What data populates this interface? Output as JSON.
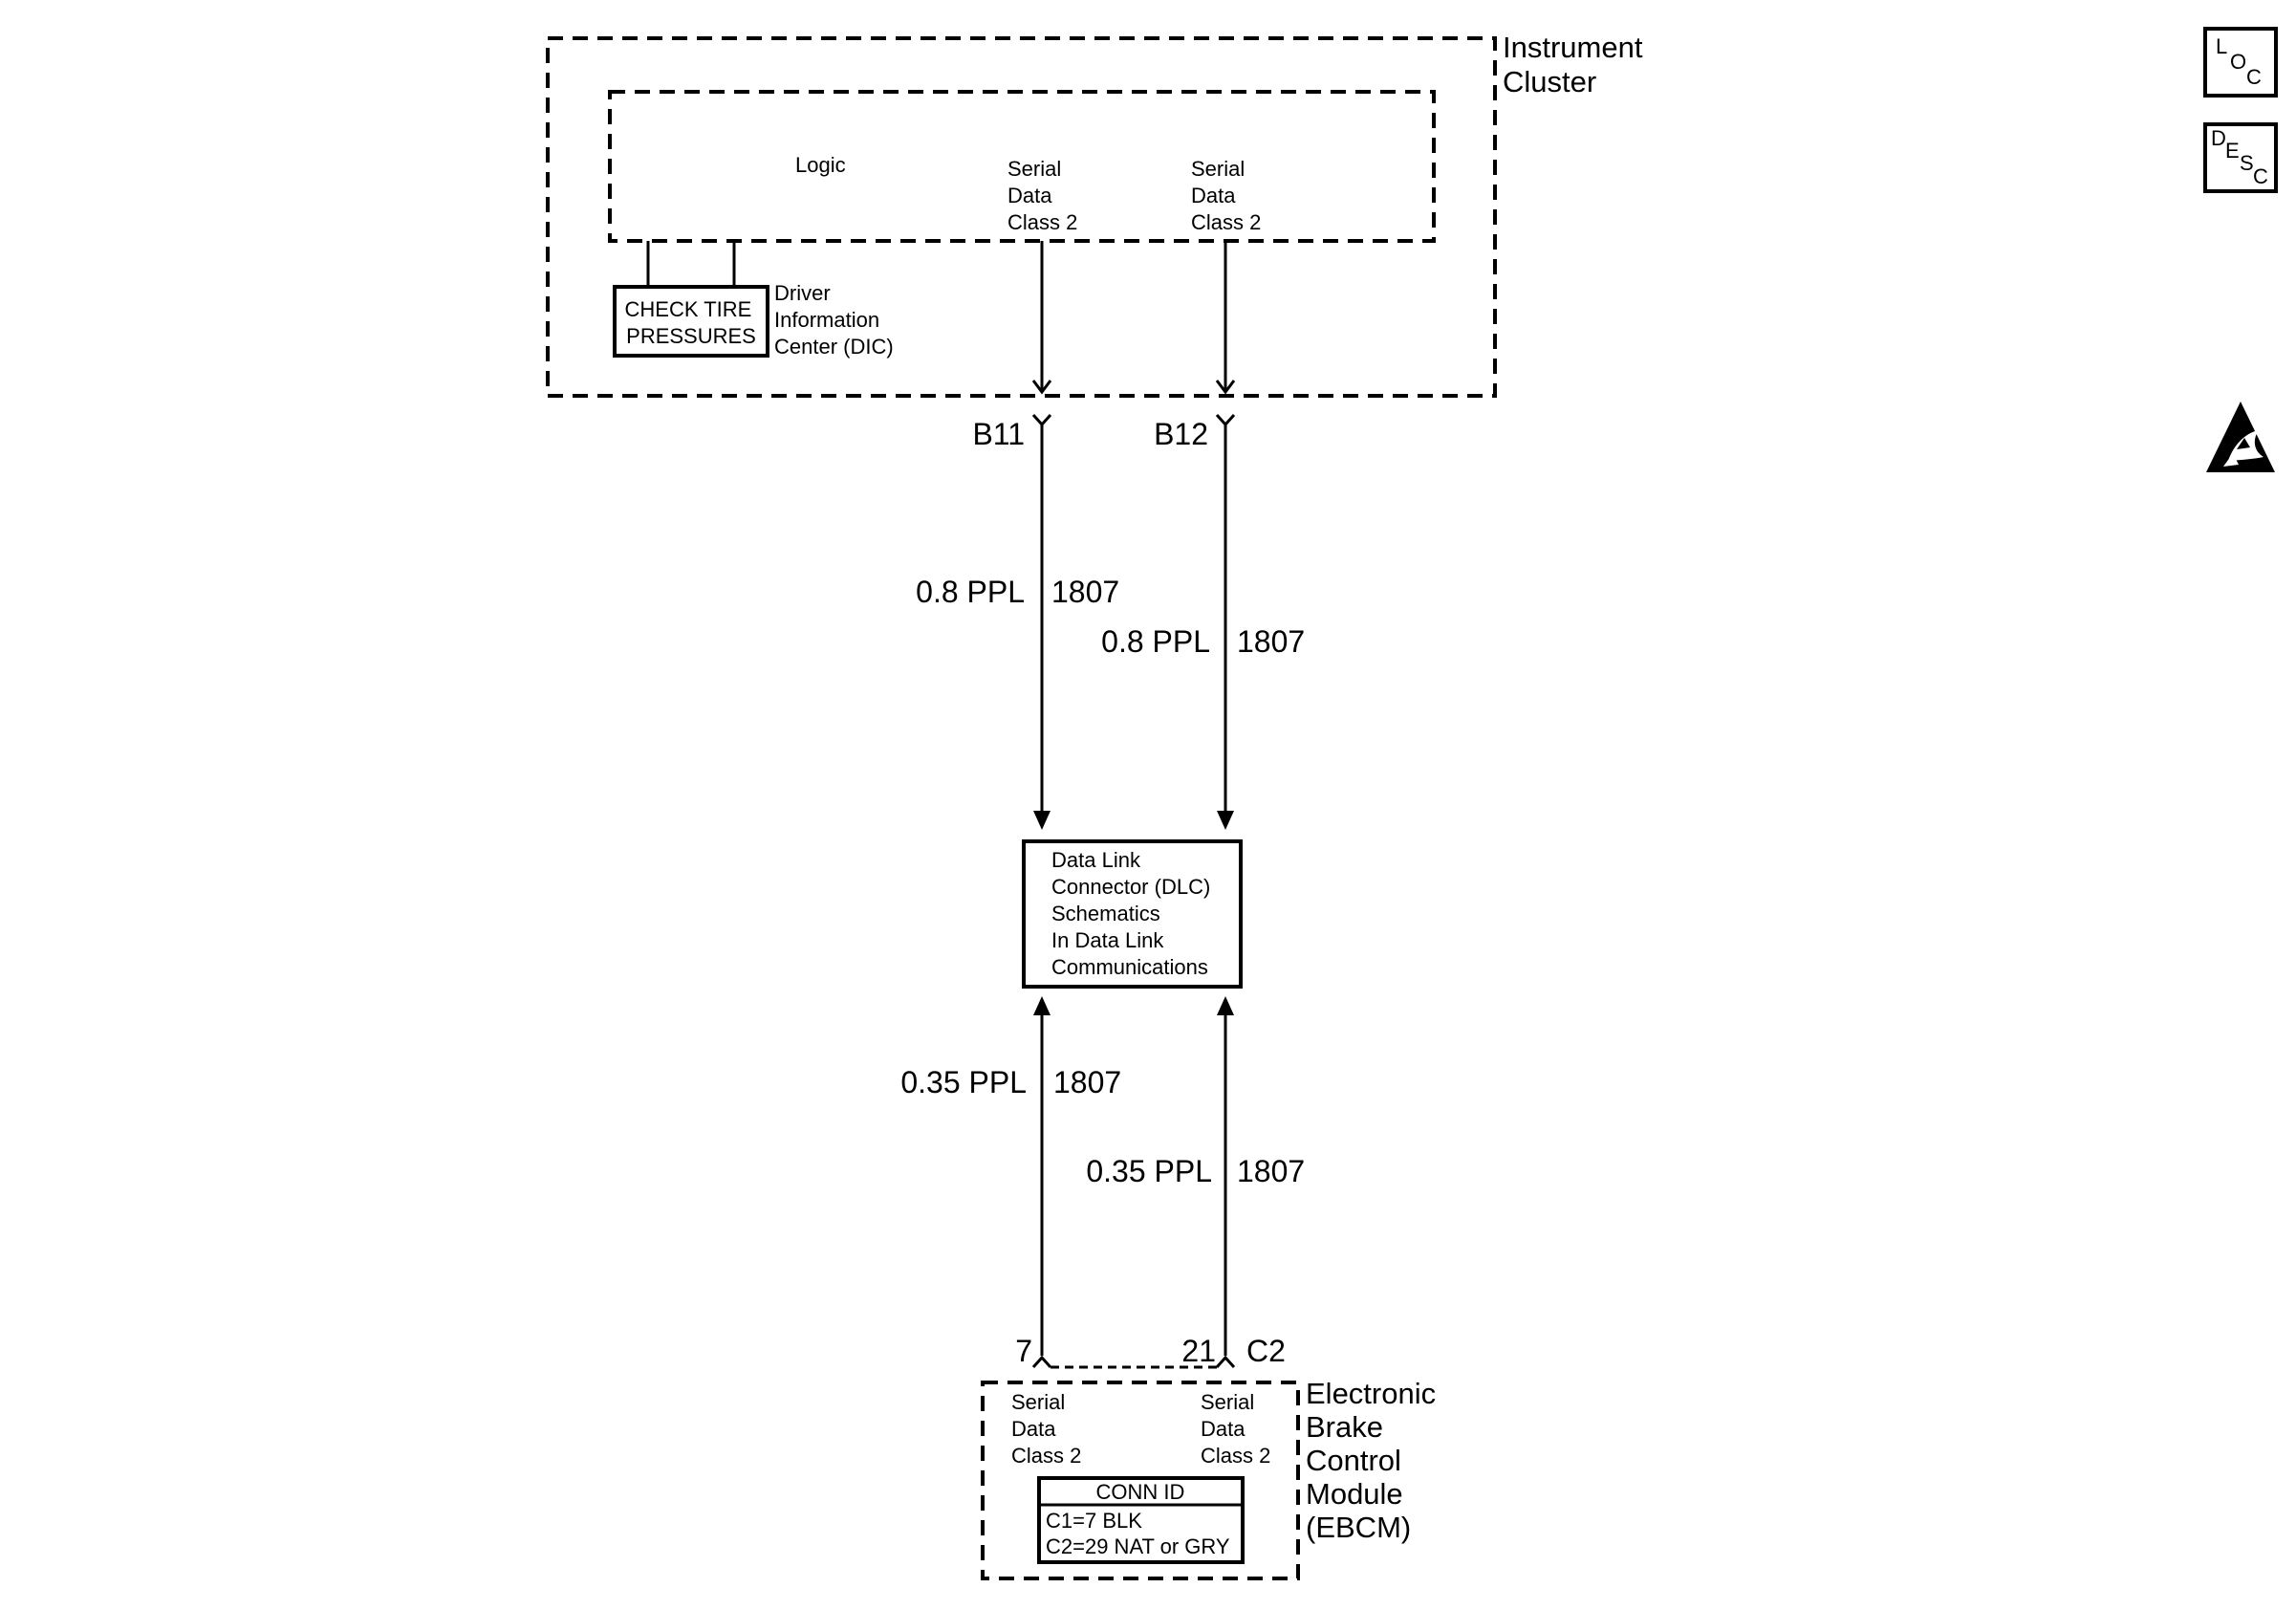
{
  "instrument_cluster": {
    "title_lines": [
      "Instrument",
      "Cluster"
    ],
    "logic_label": "Logic",
    "serial_left_lines": [
      "Serial",
      "Data",
      "Class 2"
    ],
    "serial_right_lines": [
      "Serial",
      "Data",
      "Class 2"
    ],
    "dic_box_lines": [
      "CHECK TIRE",
      "PRESSURES"
    ],
    "dic_label_lines": [
      "Driver",
      "Information",
      "Center (DIC)"
    ]
  },
  "connectors_top": {
    "left": "B11",
    "right": "B12"
  },
  "wires_upper": {
    "left": {
      "gauge_color": "0.8 PPL",
      "circuit": "1807"
    },
    "right": {
      "gauge_color": "0.8 PPL",
      "circuit": "1807"
    }
  },
  "dlc": {
    "lines": [
      "Data Link",
      "Connector (DLC)",
      "Schematics",
      "In Data Link",
      "Communications"
    ]
  },
  "wires_lower": {
    "left": {
      "gauge_color": "0.35 PPL",
      "circuit": "1807"
    },
    "right": {
      "gauge_color": "0.35 PPL",
      "circuit": "1807"
    }
  },
  "connectors_bottom": {
    "left_pin": "7",
    "right_pin": "21",
    "connector": "C2"
  },
  "ebcm": {
    "title_lines": [
      "Electronic",
      "Brake",
      "Control",
      "Module",
      "(EBCM)"
    ],
    "serial_left_lines": [
      "Serial",
      "Data",
      "Class 2"
    ],
    "serial_right_lines": [
      "Serial",
      "Data",
      "Class 2"
    ],
    "conn_id": {
      "header": "CONN ID",
      "rows": [
        "C1=7 BLK",
        "C2=29 NAT or GRY"
      ]
    }
  },
  "legend_icons": {
    "loc": {
      "letters": [
        "L",
        "O",
        "C"
      ],
      "icon": "location-icon"
    },
    "desc": {
      "letters": [
        "D",
        "E",
        "S",
        "C"
      ],
      "icon": "description-icon"
    },
    "esd": {
      "icon": "esd-warning-icon"
    }
  }
}
